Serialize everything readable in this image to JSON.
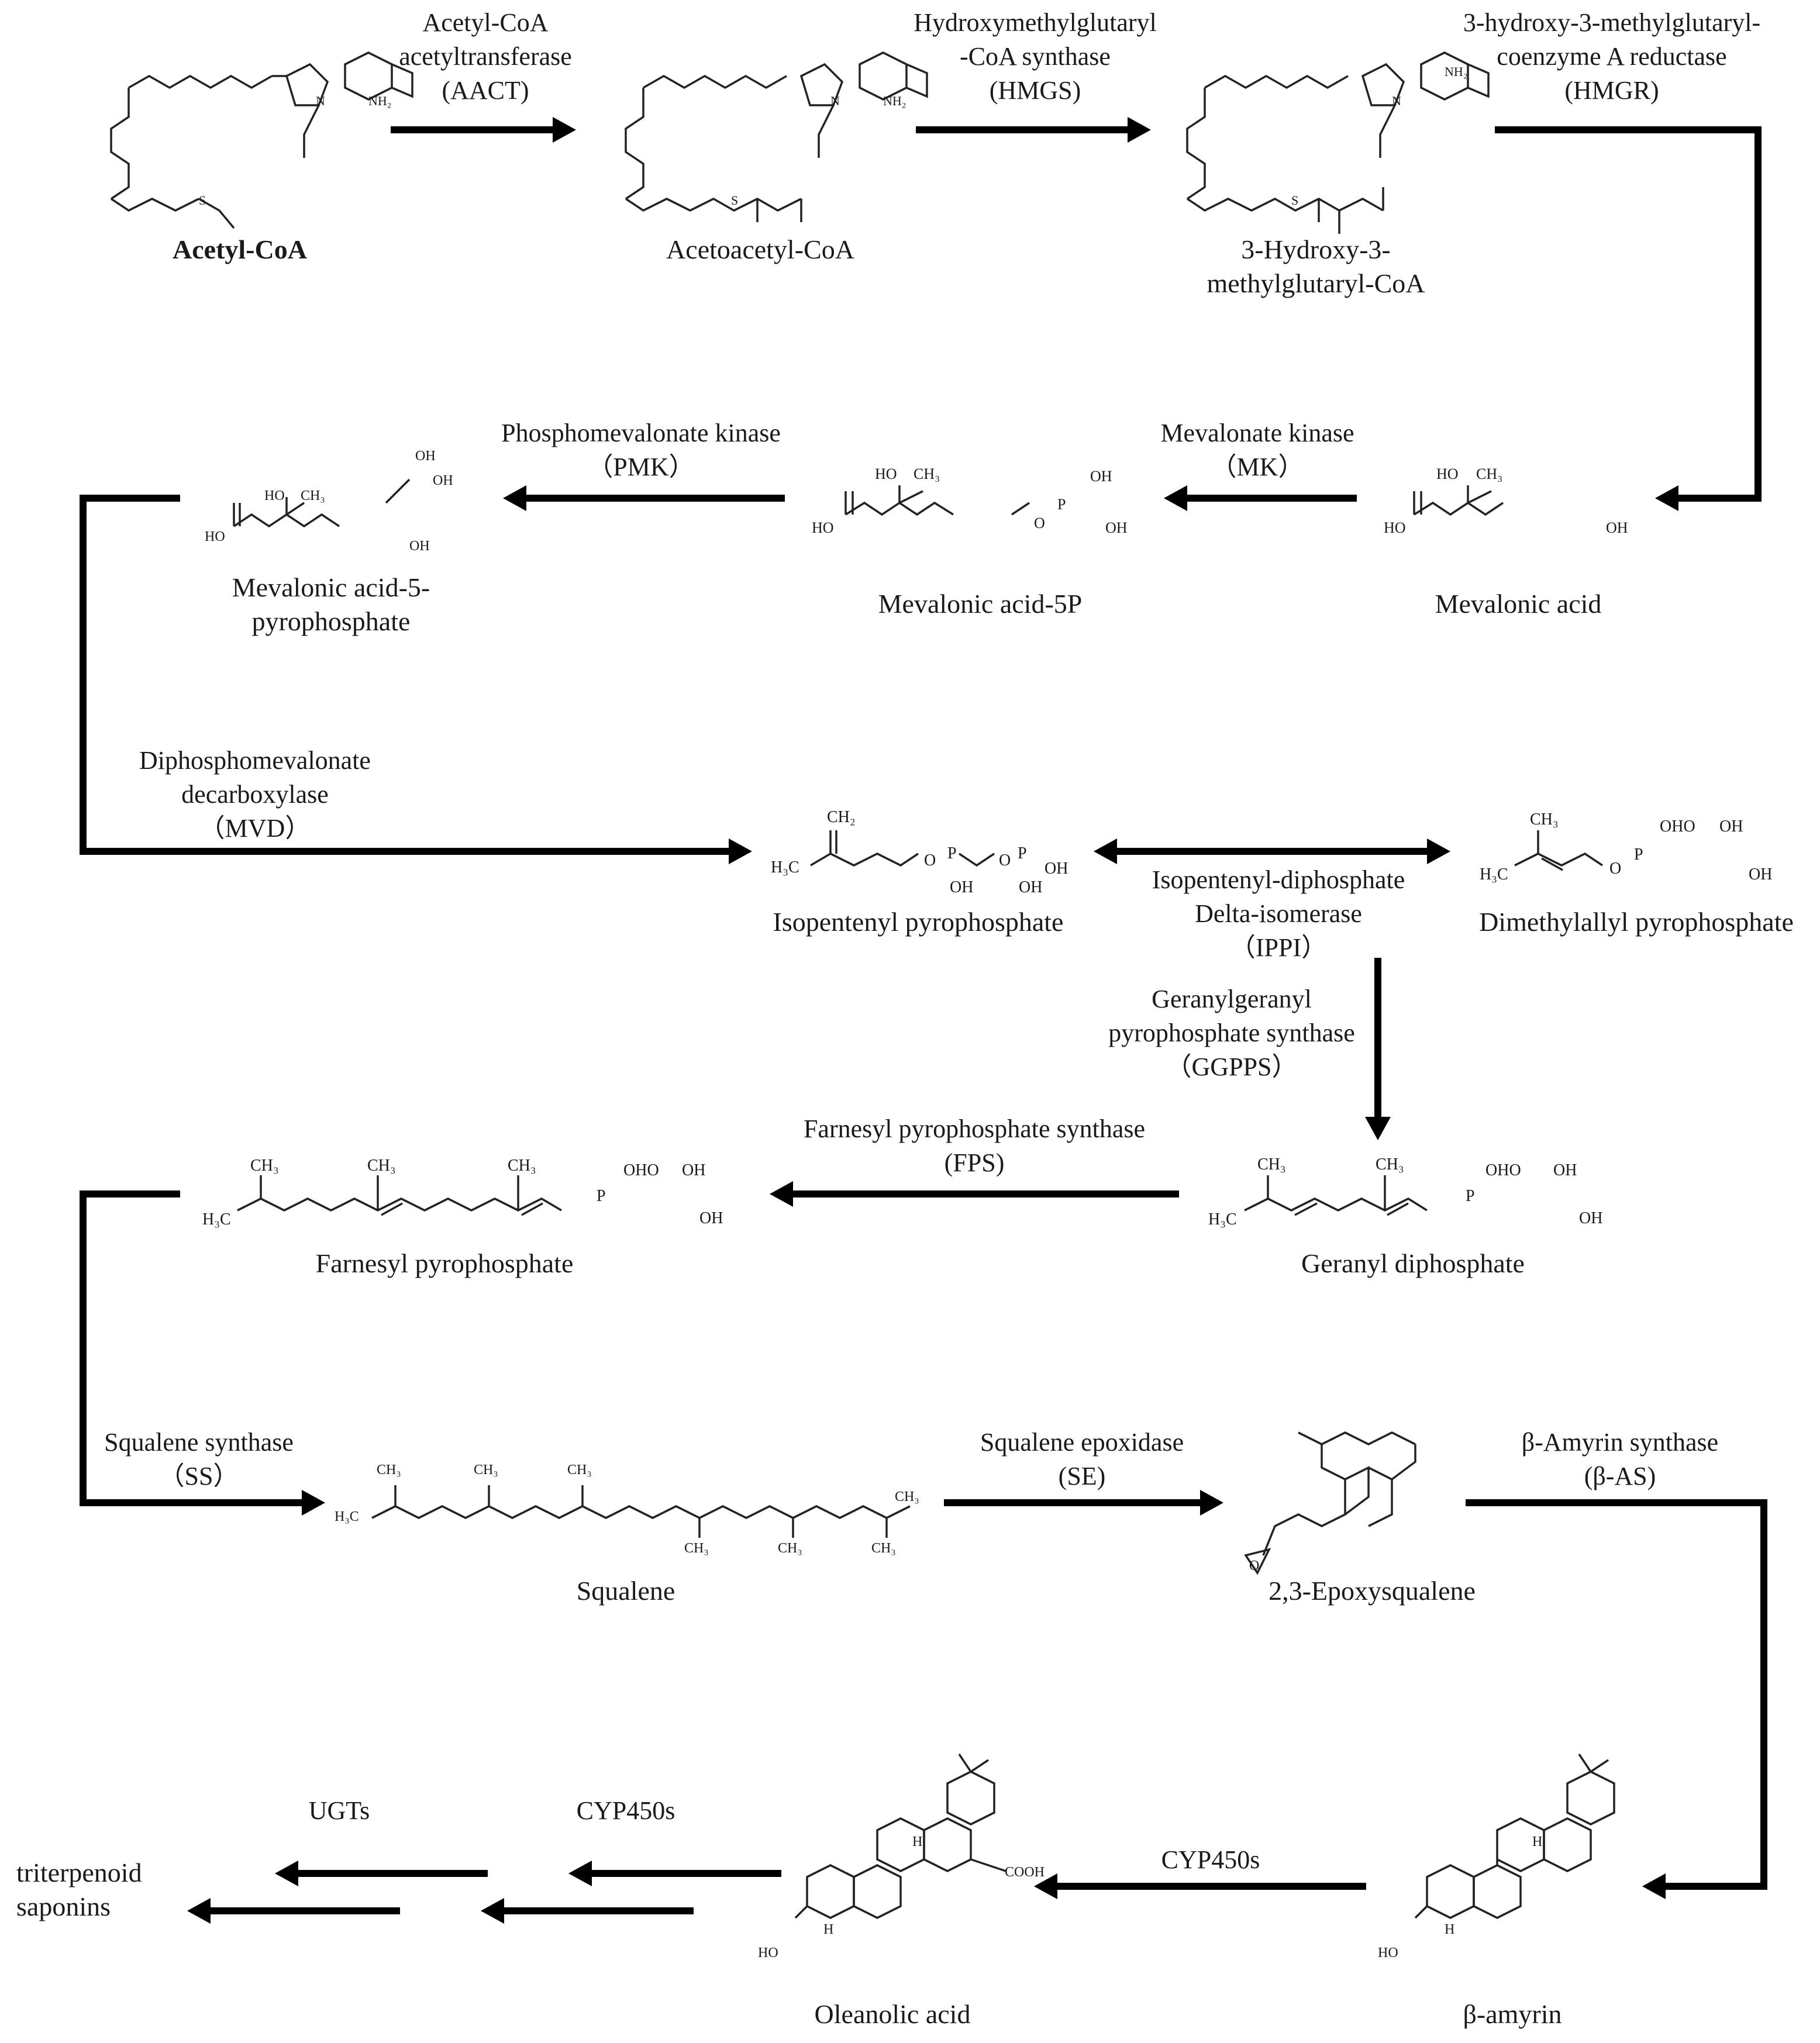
{
  "compounds": {
    "acetyl_coa": "Acetyl-CoA",
    "acetoacetyl_coa": "Acetoacetyl-CoA",
    "hmg_coa": "3-Hydroxy-3-\nmethylglutaryl-CoA",
    "mevalonic_acid": "Mevalonic acid",
    "mevalonic_acid_5p": "Mevalonic acid-5P",
    "mevalonic_acid_5pp": "Mevalonic acid-5-\npyrophosphate",
    "ipp": "Isopentenyl pyrophosphate",
    "dmapp": "Dimethylallyl pyrophosphate",
    "gpp": "Geranyl diphosphate",
    "fpp": "Farnesyl pyrophosphate",
    "squalene": "Squalene",
    "epoxysqualene": "2,3-Epoxysqualene",
    "beta_amyrin": "β-amyrin",
    "oleanolic_acid": "Oleanolic acid",
    "saponins": "triterpenoid\nsaponins"
  },
  "enzymes": {
    "aact": "Acetyl-CoA\nacetyltransferase\n(AACT)",
    "hmgs": "Hydroxymethylglutaryl\n-CoA synthase\n(HMGS)",
    "hmgr": "3-hydroxy-3-methylglutaryl-\ncoenzyme A reductase\n(HMGR)",
    "mk": "Mevalonate kinase\n（MK）",
    "pmk": "Phosphomevalonate kinase\n（PMK）",
    "mvd": "Diphosphomevalonate\ndecarboxylase\n（MVD）",
    "ippi": "Isopentenyl-diphosphate\nDelta-isomerase\n（IPPI）",
    "ggpps": "Geranylgeranyl\npyrophosphate synthase\n（GGPPS）",
    "fps": "Farnesyl pyrophosphate synthase\n(FPS)",
    "ss": "Squalene synthase\n（SS）",
    "se": "Squalene epoxidase\n(SE)",
    "bas": "β-Amyrin synthase\n(β-AS)",
    "cyp450s_1": "CYP450s",
    "cyp450s_2": "CYP450s",
    "ugts": "UGTs"
  },
  "structure_labels": {
    "ch3": "CH₃",
    "ch2": "CH₂",
    "h3c": "H₃C",
    "ho": "HO",
    "oh": "OH",
    "o": "O",
    "p": "P",
    "oho": "OHO",
    "cooh": "COOH",
    "nh2": "NH₂",
    "n": "N",
    "s": "S",
    "h": "H"
  }
}
